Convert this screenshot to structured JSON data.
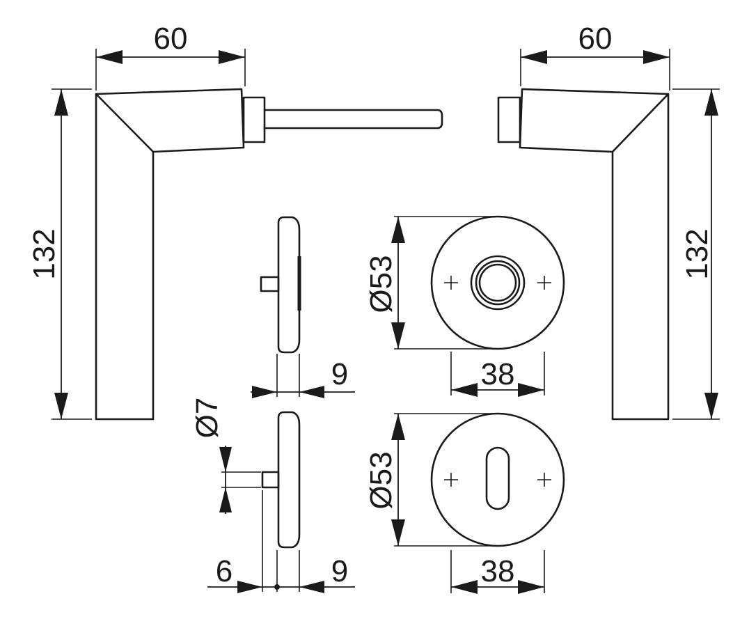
{
  "dimensions": {
    "left_handle_width": "60",
    "right_handle_width": "60",
    "left_handle_height": "132",
    "right_handle_height": "132",
    "rose_diameter_top": "Ø53",
    "rose_diameter_bottom": "Ø53",
    "rose_inner_top": "38",
    "rose_inner_bottom": "38",
    "rose_thickness_top": "9",
    "rose_thickness_bottom": "9",
    "key_pin_diameter": "Ø7",
    "pin_length": "6"
  },
  "colors": {
    "line": "#1a1a1a",
    "background": "#ffffff"
  }
}
